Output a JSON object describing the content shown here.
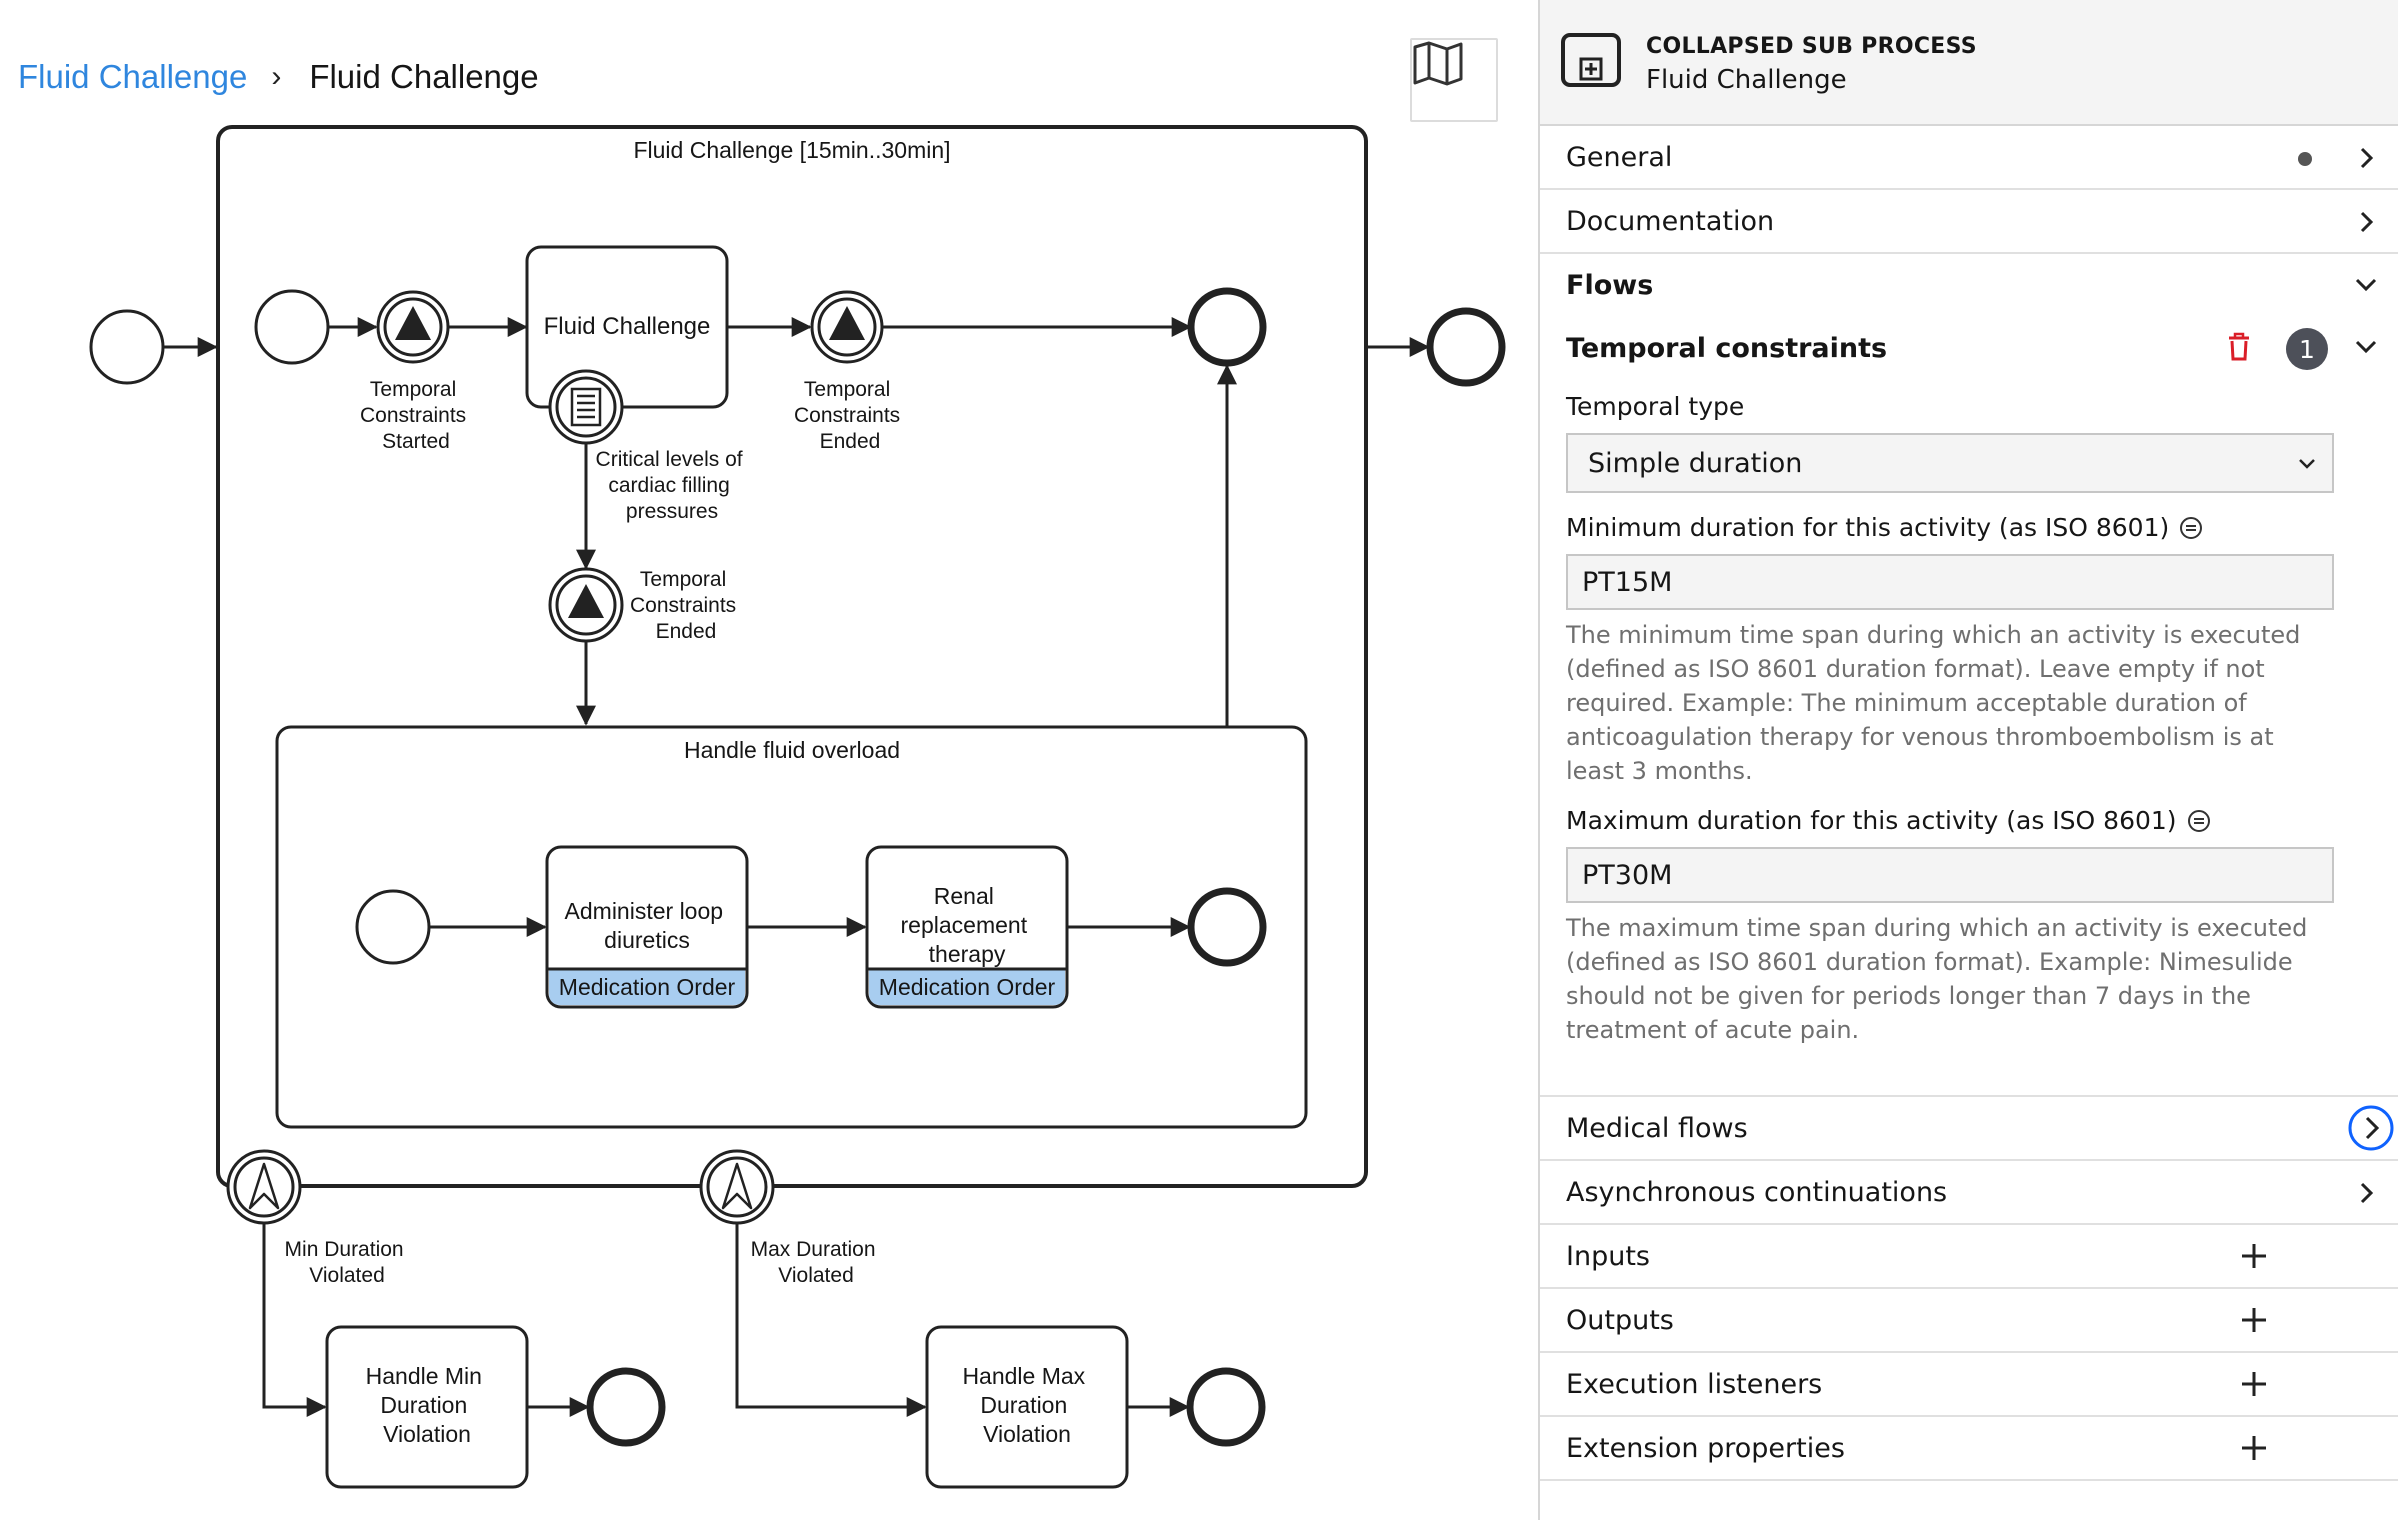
{
  "breadcrumb": {
    "root": "Fluid Challenge",
    "current": "Fluid Challenge"
  },
  "diagram": {
    "outer_subprocess": "Fluid Challenge [15min..30min]",
    "fluid_task": "Fluid Challenge",
    "temporal_started": [
      "Temporal",
      "Constraints",
      "Started"
    ],
    "temporal_ended_a": [
      "Temporal",
      "Constraints",
      "Ended"
    ],
    "temporal_ended_b": [
      "Temporal",
      "Constraints",
      "Ended"
    ],
    "condition": [
      "Critical levels of",
      "cardiac filling",
      "pressures"
    ],
    "inner_subprocess": "Handle fluid overload",
    "task_diuretics": [
      "Administer loop",
      "diuretics"
    ],
    "task_renal": [
      "Renal",
      "replacement",
      "therapy"
    ],
    "medication_order": "Medication Order",
    "min_violated": [
      "Min Duration",
      "Violated"
    ],
    "max_violated": [
      "Max Duration",
      "Violated"
    ],
    "handle_min": [
      "Handle Min",
      "Duration",
      "Violation"
    ],
    "handle_max": [
      "Handle Max",
      "Duration",
      "Violation"
    ],
    "colors": {
      "stroke": "#222222",
      "medication_band": "#a8cdf0",
      "link": "#2f86de"
    }
  },
  "panel": {
    "header": {
      "type": "COLLAPSED SUB PROCESS",
      "name": "Fluid Challenge"
    },
    "groups": {
      "general": "General",
      "documentation": "Documentation",
      "flows": "Flows",
      "temporal": "Temporal constraints",
      "medical_flows": "Medical flows",
      "async": "Asynchronous continuations",
      "inputs": "Inputs",
      "outputs": "Outputs",
      "listeners": "Execution listeners",
      "extension": "Extension properties"
    },
    "temporal_count": "1",
    "temporal_type": {
      "label": "Temporal type",
      "value": "Simple duration"
    },
    "min_duration": {
      "label": "Minimum duration for this activity (as ISO 8601)",
      "value": "PT15M",
      "description": "The minimum time span during which an activity is executed (defined as ISO 8601 duration format). Leave empty if not required. Example: The minimum acceptable duration of anticoagulation therapy for venous thromboembolism is at least 3 months."
    },
    "max_duration": {
      "label": "Maximum duration for this activity (as ISO 8601)",
      "value": "PT30M",
      "description": "The maximum time span during which an activity is executed (defined as ISO 8601 duration format). Example: Nimesulide should not be given for periods longer than 7 days in the treatment of acute pain."
    },
    "colors": {
      "delete": "#da1e28",
      "badge": "#4d5059",
      "focus": "#0f62fe"
    }
  }
}
